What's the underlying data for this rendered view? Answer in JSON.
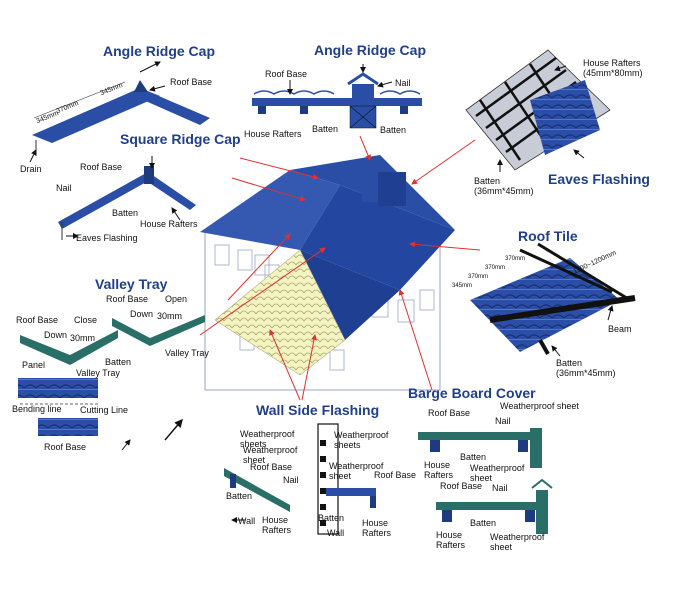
{
  "titles": {
    "angle_ridge_left": "Angle Ridge Cap",
    "angle_ridge_top": "Angle Ridge Cap",
    "square_ridge": "Square Ridge Cap",
    "eaves_flashing": "Eaves Flashing",
    "roof_tile": "Roof Tile",
    "valley_tray": "Valley Tray",
    "barge_board": "Barge Board Cover",
    "wall_side": "Wall Side Flashing"
  },
  "labels": {
    "roof_base": "Roof Base",
    "drain": "Drain",
    "nail": "Nail",
    "batten": "Batten",
    "house_rafters": "House Rafters",
    "house_rafters_size": "House Rafters\n(45mm*80mm)",
    "batten_size": "Batten\n(36mm*45mm)",
    "eaves_flashing": "Eaves Flashing",
    "open": "Open",
    "down": "Down",
    "close": "Close",
    "dim_30mm": "30mm",
    "panel": "Panel",
    "valley_tray": "Valley Tray",
    "bending_line": "Bending line",
    "cutting_line": "Cutting Line",
    "beam": "Beam",
    "weatherproof_sheet": "Weatherproof sheet",
    "weatherproof_sheets": "Weatherproof\nsheets",
    "weatherproof_sheet_2": "Weatherproof\nsheet",
    "wall": "Wall",
    "dim_345": "345mm",
    "dim_370": "370mm",
    "dim_range": "1100~1200mm"
  }
}
